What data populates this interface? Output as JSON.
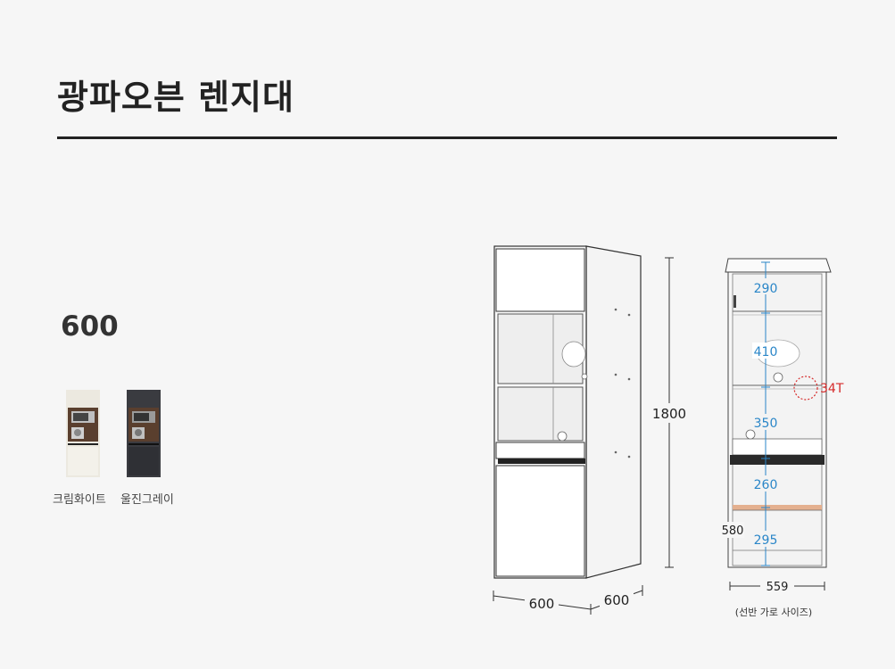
{
  "title": "광파오븐 렌지대",
  "size_label": "600",
  "colors": [
    {
      "name": "크림화이트",
      "hex": "#ece9e0"
    },
    {
      "name": "울진그레이",
      "hex": "#3a3b40"
    }
  ],
  "perspective": {
    "height": "1800",
    "width": "600",
    "depth": "600"
  },
  "front": {
    "compartments": [
      "290",
      "410",
      "350",
      "260",
      "295"
    ],
    "shelf_thickness": "34T",
    "side_height": "580",
    "shelf_width": "559",
    "shelf_note": "(선반 가로 사이즈)"
  }
}
